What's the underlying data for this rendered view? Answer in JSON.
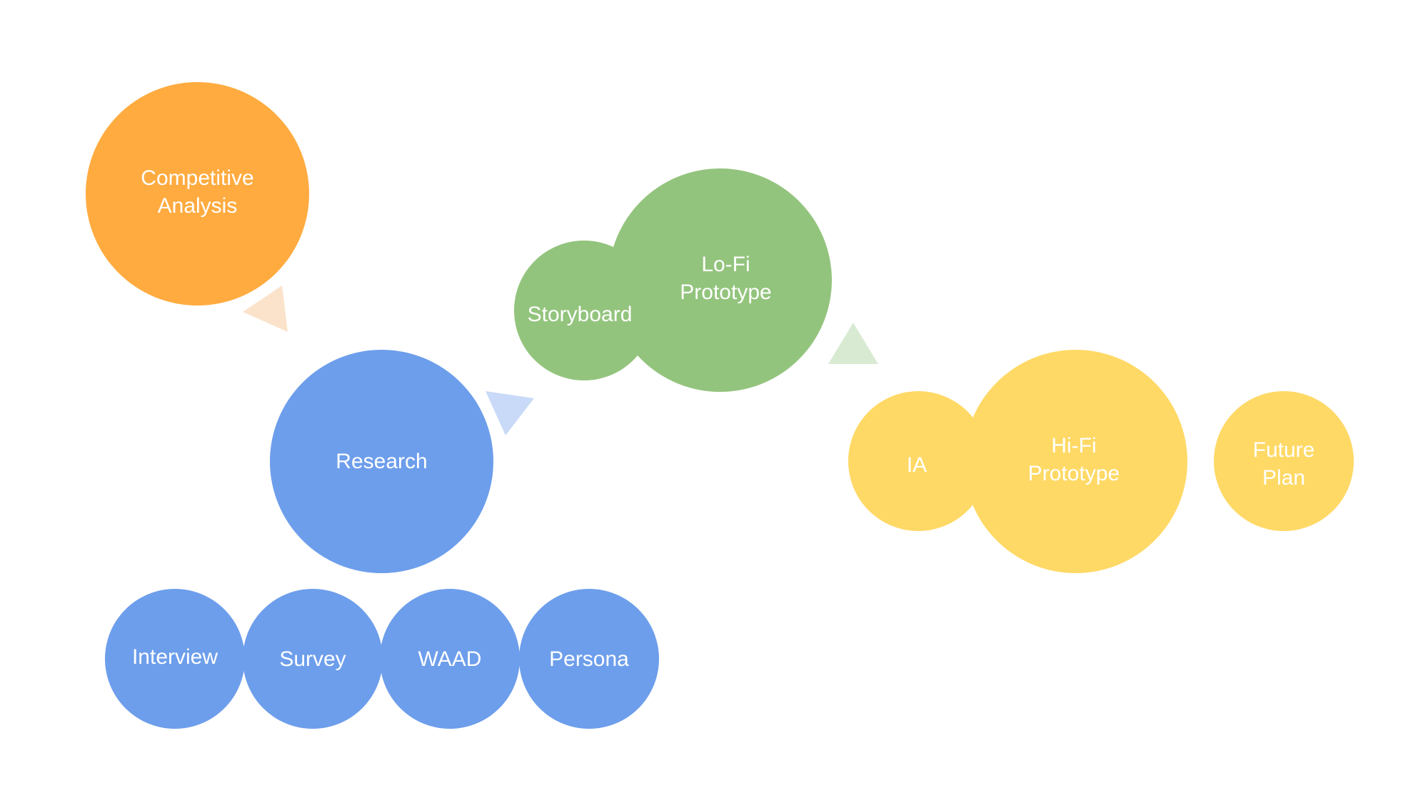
{
  "colors": {
    "research": "#6d9eeb",
    "competitive": "#ffab40",
    "lofi": "#93c47d",
    "hifi": "#ffd966",
    "arrow_orange": "#fbe3cb",
    "arrow_blue": "#c9daf8",
    "arrow_green": "#d9ead3"
  },
  "nodes": {
    "competitive_analysis": "Competitive\nAnalysis",
    "research": "Research",
    "interview": "Interview",
    "survey": "Survey",
    "waad": "WAAD",
    "persona": "Persona",
    "storyboard": "Storyboard",
    "lofi_prototype": "Lo-Fi\nPrototype",
    "ia": "IA",
    "hifi_prototype": "Hi-Fi\nPrototype",
    "future_plan": "Future\nPlan"
  }
}
